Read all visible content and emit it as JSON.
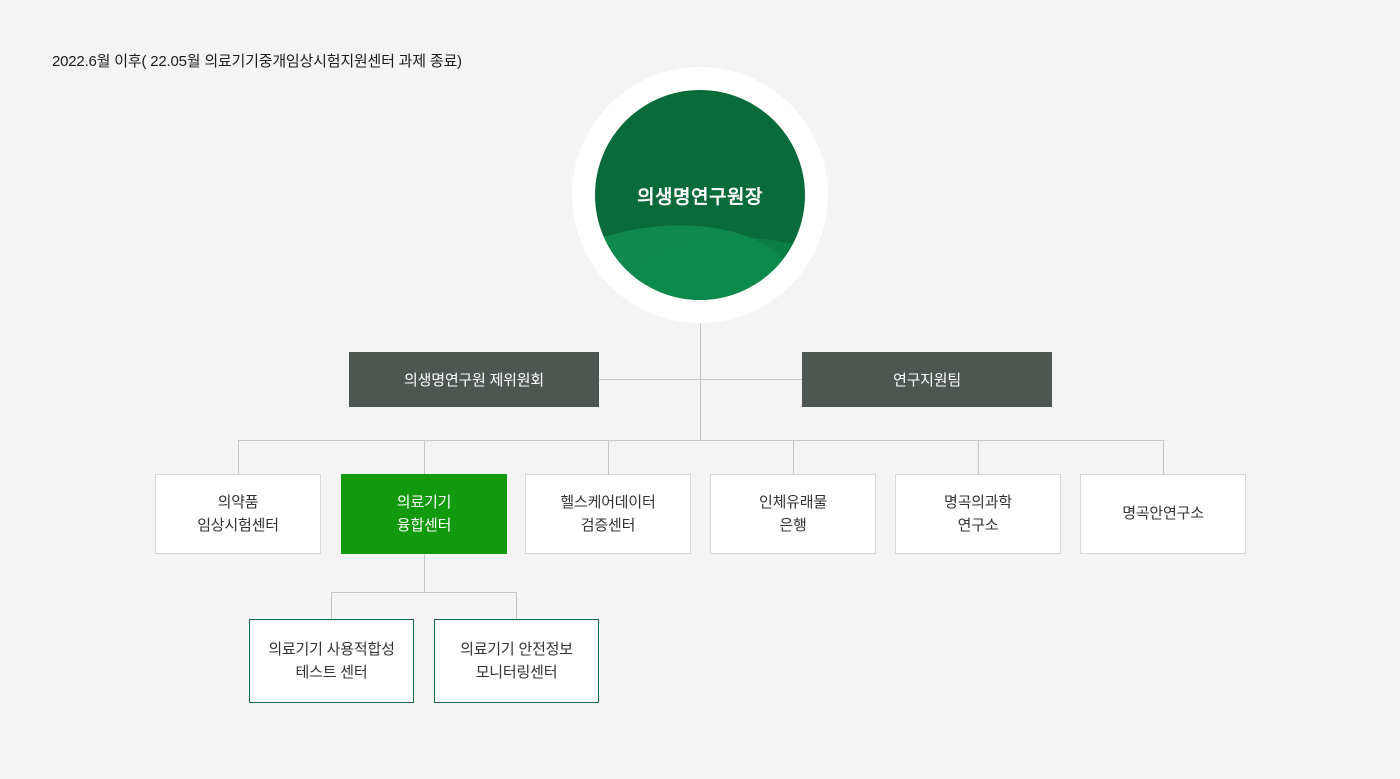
{
  "caption": "2022.6월 이후( 22.05월 의료기기중개임상시험지원센터 과제 종료)",
  "root": {
    "label": "의생명연구원장"
  },
  "committees": [
    {
      "label": "의생명연구원 제위원회"
    },
    {
      "label": "연구지원팀"
    }
  ],
  "centers": [
    {
      "lines": [
        "의약품",
        "임상시험센터"
      ],
      "highlight": false
    },
    {
      "lines": [
        "의료기기",
        "융합센터"
      ],
      "highlight": true
    },
    {
      "lines": [
        "헬스케어데이터",
        "검증센터"
      ],
      "highlight": false
    },
    {
      "lines": [
        "인체유래물",
        "은행"
      ],
      "highlight": false
    },
    {
      "lines": [
        "명곡의과학",
        "연구소"
      ],
      "highlight": false
    },
    {
      "lines": [
        "명곡안연구소"
      ],
      "highlight": false
    }
  ],
  "subcenters": [
    {
      "lines": [
        "의료기기 사용적합성",
        "테스트 센터"
      ]
    },
    {
      "lines": [
        "의료기기 안전정보",
        "모니터링센터"
      ]
    }
  ],
  "colors": {
    "background": "#f4f4f4",
    "root_circle_green": "#0a6b3a",
    "highlight_green": "#119a0e",
    "committee_gray": "#4e5651",
    "sub_border_green": "#136c43",
    "connector_gray": "#c7c7c7"
  }
}
